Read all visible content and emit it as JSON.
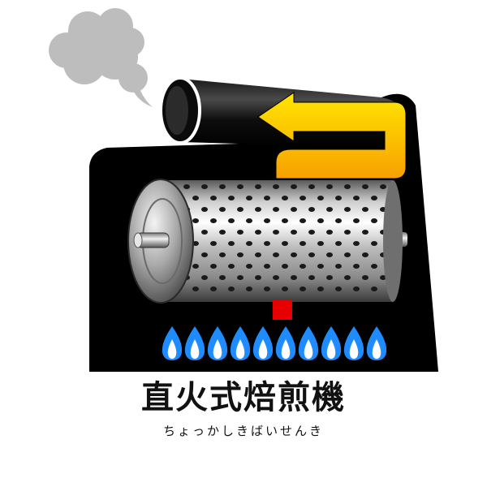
{
  "title": "直火式焙煎機",
  "reading": "ちょっかしきばいせんき",
  "icons": {
    "smoke": "smoke-cloud-icon",
    "exhaust": "exhaust-pipe-icon",
    "airflow": "airflow-arrow-icon",
    "drum": "perforated-drum-icon",
    "heat": "heat-point-icon",
    "flame": "gas-flame-icon"
  },
  "colors": {
    "housing": "#000000",
    "smoke": "#bdbdbd",
    "arrow_top": "#ffe600",
    "arrow_bottom": "#f7a000",
    "heat": "#e60000",
    "flame_outer": "#1e8cff",
    "flame_inner": "#ffffff"
  },
  "flame_count": 10
}
